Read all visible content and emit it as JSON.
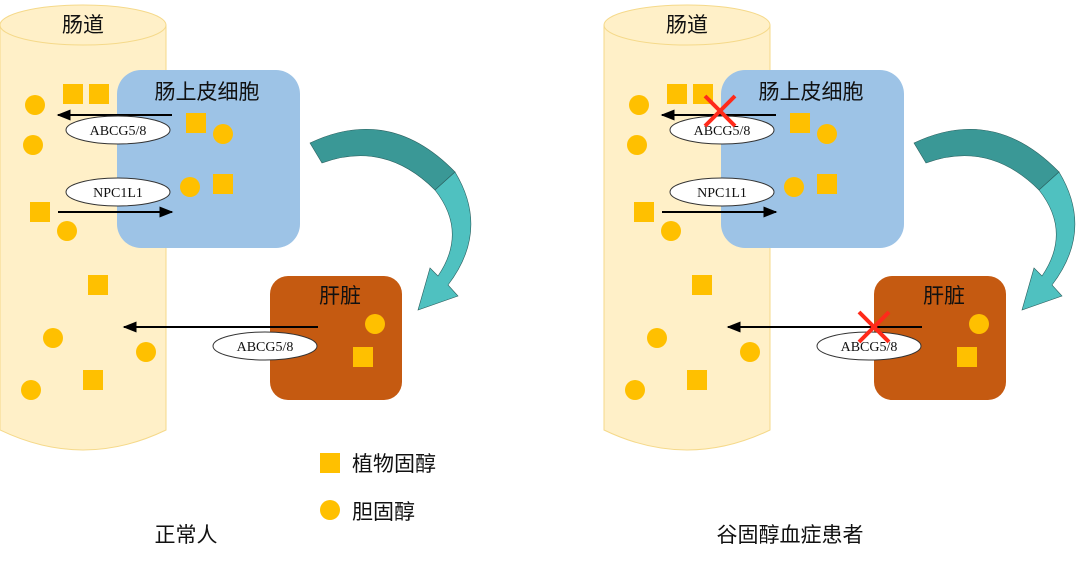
{
  "colors": {
    "intestine_fill": "#FFF0C8",
    "intestine_stroke": "#F5D98A",
    "epithelial_fill": "#9DC3E6",
    "liver_fill": "#C55A11",
    "sterol": "#FFC000",
    "arrow_dark": "#3A9896",
    "arrow_light": "#4FC1C0",
    "block_mark": "#FF2A1A"
  },
  "panels": [
    {
      "id": "normal",
      "caption": "正常人",
      "intestine_label": "肠道",
      "epithelial_label": "肠上皮细胞",
      "liver_label": "肝脏",
      "transporters": {
        "efflux_label": "ABCG5/8",
        "uptake_label": "NPC1L1",
        "liver_efflux_label": "ABCG5/8"
      },
      "efflux_blocked": false,
      "liver_efflux_blocked": false
    },
    {
      "id": "patient",
      "caption": "谷固醇血症患者",
      "intestine_label": "肠道",
      "epithelial_label": "肠上皮细胞",
      "liver_label": "肝脏",
      "transporters": {
        "efflux_label": "ABCG5/8",
        "uptake_label": "NPC1L1",
        "liver_efflux_label": "ABCG5/8"
      },
      "efflux_blocked": true,
      "liver_efflux_blocked": true
    }
  ],
  "legend": [
    {
      "shape": "square",
      "label": "植物固醇"
    },
    {
      "shape": "circle",
      "label": "胆固醇"
    }
  ]
}
